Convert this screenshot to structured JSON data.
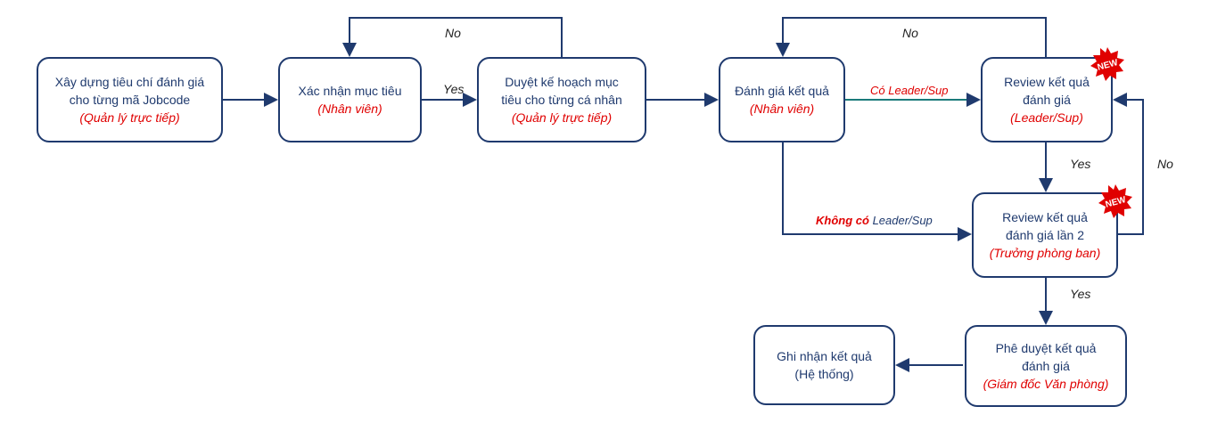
{
  "nodes": {
    "n1": {
      "lines": [
        "Xây dựng tiêu chí đánh giá",
        "cho từng mã Jobcode"
      ],
      "role": "(Quản lý trực tiếp)"
    },
    "n2": {
      "lines": [
        "Xác nhận mục tiêu"
      ],
      "role": "(Nhân viên)"
    },
    "n3": {
      "lines": [
        "Duyệt kế hoạch mục",
        "tiêu cho từng cá nhân"
      ],
      "role": "(Quản lý trực tiếp)"
    },
    "n4": {
      "lines": [
        "Đánh giá kết quả"
      ],
      "role": "(Nhân viên)"
    },
    "n5": {
      "lines": [
        "Review kết quả",
        "đánh giá"
      ],
      "role": "(Leader/Sup)"
    },
    "n6": {
      "lines": [
        "Review kết quả",
        "đánh giá lần 2"
      ],
      "role": "(Trưởng phòng ban)"
    },
    "n7": {
      "lines": [
        "Phê duyệt kết quả",
        "đánh giá"
      ],
      "role": "(Giám đốc Văn phòng)"
    },
    "n8": {
      "lines": [
        "Ghi nhận kết quả",
        "(Hệ thống)"
      ],
      "role": ""
    }
  },
  "labels": {
    "no_1": "No",
    "yes_1": "Yes",
    "no_2": "No",
    "co_leader": "Có Leader/Sup",
    "khong_co": "Không có",
    "leader_sup": "Leader/Sup",
    "yes_2": "Yes",
    "no_3": "No",
    "yes_3": "Yes"
  },
  "badges": {
    "new": "NEW"
  },
  "colors": {
    "box_border": "#1f3a6e",
    "arrow": "#1f3a6e",
    "teal_arrow": "#1a7a7a",
    "role_text": "#e00000",
    "badge_fill": "#e00000"
  }
}
